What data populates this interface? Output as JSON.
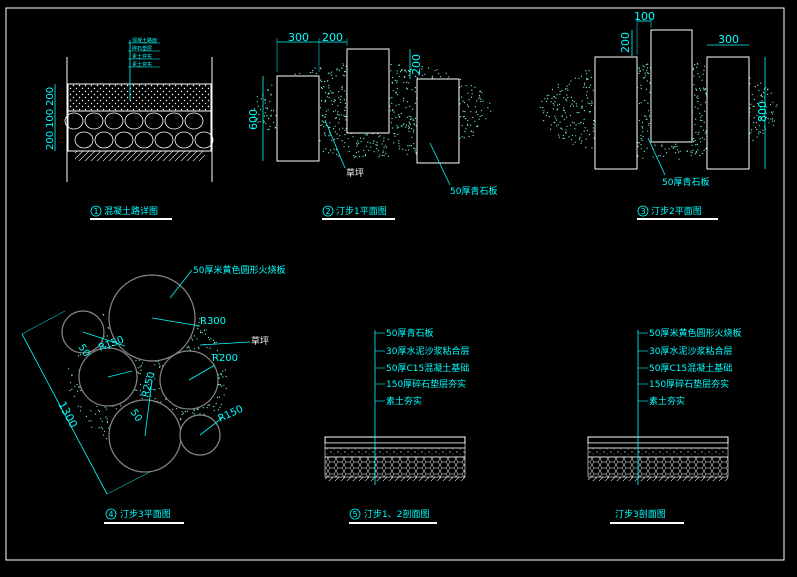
{
  "colors": {
    "background": "#000000",
    "line": "#ffffff",
    "annotation": "#00ffff",
    "grass": "#7fffd4"
  },
  "panel1": {
    "layers": [
      "混凝土路面",
      "碎石垫层",
      "素土夯实",
      "素土夯实"
    ],
    "dims": [
      "200",
      "100",
      "200"
    ],
    "caption_no": "1",
    "caption": "混凝土路详图"
  },
  "panel2": {
    "dim_top_left": "300",
    "dim_top_right": "200",
    "dim_side_right": "200",
    "dim_left": "600",
    "label_grass": "草坪",
    "label_stone": "50厚青石板",
    "caption_no": "2",
    "caption": "汀步1平面图"
  },
  "panel3": {
    "dim_top": "100",
    "dim_left": "200",
    "dim_right_top": "300",
    "dim_right": "800",
    "label_stone": "50厚青石板",
    "caption_no": "3",
    "caption": "汀步2平面图"
  },
  "panel4": {
    "label_top": "50厚米黄色圆形火烧板",
    "label_grass": "草坪",
    "r300": "R300",
    "r150a": "R150",
    "r200": "R200",
    "r250": "R250",
    "r150b": "R150",
    "d50a": "50",
    "d50b": "50",
    "d1300": "1300",
    "caption_no": "4",
    "caption": "汀步3平面图"
  },
  "panel5": {
    "layers": [
      "50厚青石板",
      "30厚水泥沙浆粘合层",
      "50厚C15混凝土基础",
      "150厚碎石垫层夯实",
      "素土夯实"
    ],
    "caption_no": "5",
    "caption": "汀步1、2剖面图"
  },
  "panel6": {
    "layers": [
      "50厚米黄色圆形火烧板",
      "30厚水泥沙浆粘合层",
      "50厚C15混凝土基础",
      "150厚碎石垫层夯实",
      "素土夯实"
    ],
    "caption": "汀步3剖面图"
  }
}
